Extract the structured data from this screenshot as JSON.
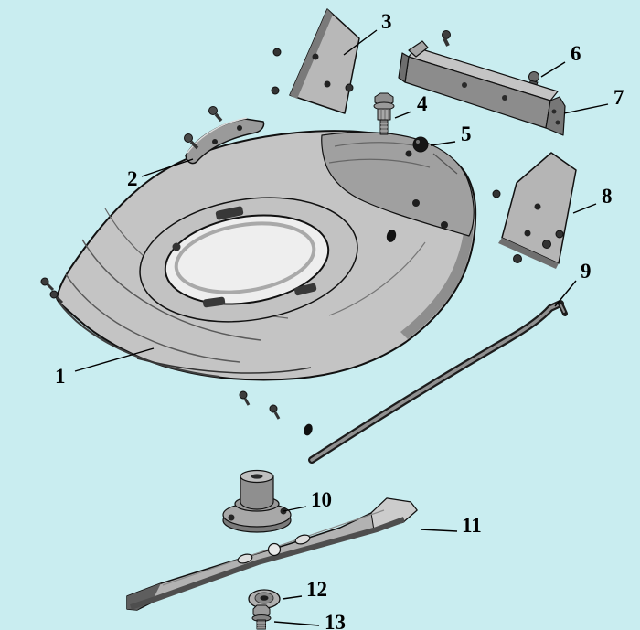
{
  "diagram": {
    "background_color": "#c9edf0",
    "line_color": "#000000",
    "callouts": [
      {
        "number": "1"
      },
      {
        "number": "2"
      },
      {
        "number": "3"
      },
      {
        "number": "4"
      },
      {
        "number": "5"
      },
      {
        "number": "6"
      },
      {
        "number": "7"
      },
      {
        "number": "8"
      },
      {
        "number": "9"
      },
      {
        "number": "10"
      },
      {
        "number": "11"
      },
      {
        "number": "12"
      },
      {
        "number": "13"
      }
    ]
  }
}
